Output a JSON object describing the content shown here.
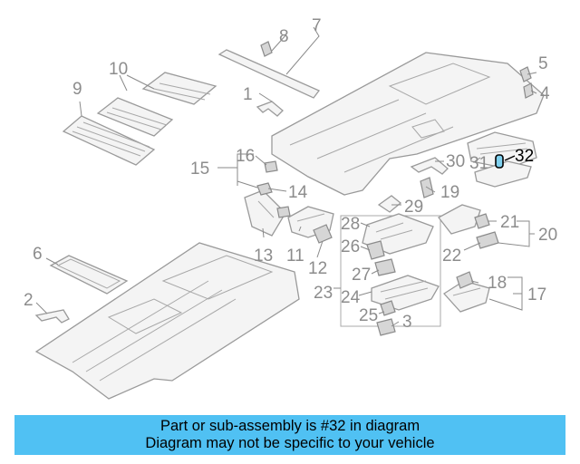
{
  "diagram": {
    "highlight_color": "#7fd0ee",
    "callouts": [
      {
        "label": "1"
      },
      {
        "label": "2"
      },
      {
        "label": "3"
      },
      {
        "label": "4"
      },
      {
        "label": "5"
      },
      {
        "label": "6"
      },
      {
        "label": "7"
      },
      {
        "label": "8"
      },
      {
        "label": "9"
      },
      {
        "label": "10"
      },
      {
        "label": "11"
      },
      {
        "label": "12"
      },
      {
        "label": "13"
      },
      {
        "label": "14"
      },
      {
        "label": "15"
      },
      {
        "label": "16"
      },
      {
        "label": "17"
      },
      {
        "label": "18"
      },
      {
        "label": "19"
      },
      {
        "label": "20"
      },
      {
        "label": "21"
      },
      {
        "label": "22"
      },
      {
        "label": "23"
      },
      {
        "label": "24"
      },
      {
        "label": "25"
      },
      {
        "label": "26"
      },
      {
        "label": "27"
      },
      {
        "label": "28"
      },
      {
        "label": "29"
      },
      {
        "label": "30"
      },
      {
        "label": "31"
      },
      {
        "label": "32",
        "highlighted": true
      }
    ]
  },
  "banner": {
    "line1": "Part or sub-assembly is #32 in diagram",
    "line2": "Diagram may not be specific to your vehicle",
    "color": "#50c1f3"
  }
}
